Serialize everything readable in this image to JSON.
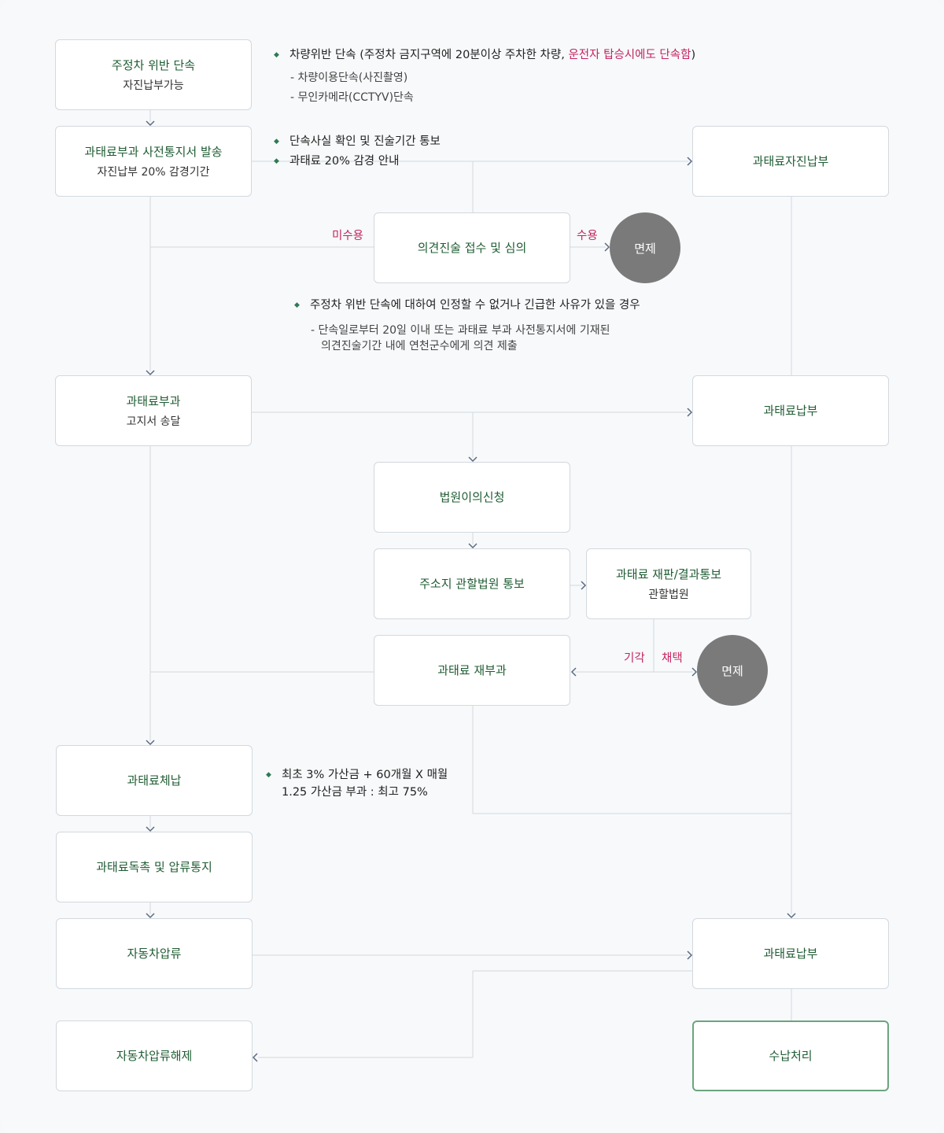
{
  "colors": {
    "accent_green": "#1f5c33",
    "highlight": "#c5245f",
    "circle": "#7a7a7a",
    "line": "#d3d9de",
    "arrow": "#5d6a80"
  },
  "boxes": {
    "parking_violation": {
      "title": "주정차 위반 단속",
      "sub": "자진납부가능"
    },
    "pre_notice": {
      "title": "과태료부과 사전통지서 발송",
      "sub": "자진납부 20% 감경기간"
    },
    "self_payment": {
      "title": "과태료자진납부"
    },
    "opinion": {
      "title": "의견진술 접수 및 심의"
    },
    "imposition": {
      "title": "과태료부과",
      "sub": "고지서 송달"
    },
    "payment_1": {
      "title": "과태료납부"
    },
    "court_objection": {
      "title": "법원이의신청"
    },
    "court_notice": {
      "title": "주소지 관할법원 통보"
    },
    "trial_result": {
      "title": "과태료 재판/결과통보",
      "sub": "관할법원"
    },
    "reimposition": {
      "title": "과태료 재부과"
    },
    "arrears": {
      "title": "과태료체납"
    },
    "dunning": {
      "title": "과태료독촉 및 압류통지"
    },
    "seizure": {
      "title": "자동차압류"
    },
    "payment_2": {
      "title": "과태료납부"
    },
    "seizure_release": {
      "title": "자동차압류해제"
    },
    "receipt": {
      "title": "수납처리"
    }
  },
  "circles": {
    "exempt_1": "면제",
    "exempt_2": "면제"
  },
  "labels": {
    "not_accepted": "미수용",
    "accepted": "수용",
    "dismissed": "기각",
    "adopted": "채택"
  },
  "notes": {
    "violation_main_a": "차량위반 단속 (주정차 금지구역에 20분이상 주차한 차량, ",
    "violation_main_hl": "운전자 탑승시에도 단속함",
    "violation_main_b": ")",
    "violation_sub_1": "- 차량이용단속(사진촬영)",
    "violation_sub_2": "- 무인카메라(CCTYV)단속",
    "pre_notice_1": "단속사실 확인 및 진술기간 통보",
    "pre_notice_2": "과태료 20% 감경 안내",
    "opinion_main": "주정차 위반 단속에 대하여 인정할 수 없거나 긴급한 사유가 있을 경우",
    "opinion_sub_1": "- 단속일로부터 20일 이내 또는 과태료 부과 사전통지서에 기재된",
    "opinion_sub_2": "의견진술기간 내에 연천군수에게 의견 제출",
    "arrears_1": "최초 3% 가산금 + 60개월 X 매월",
    "arrears_2": "1.25 가산금 부과 : 최고 75%"
  },
  "bullet_icon": "diamond-bullet",
  "arrow_icon": "chevron-arrow"
}
